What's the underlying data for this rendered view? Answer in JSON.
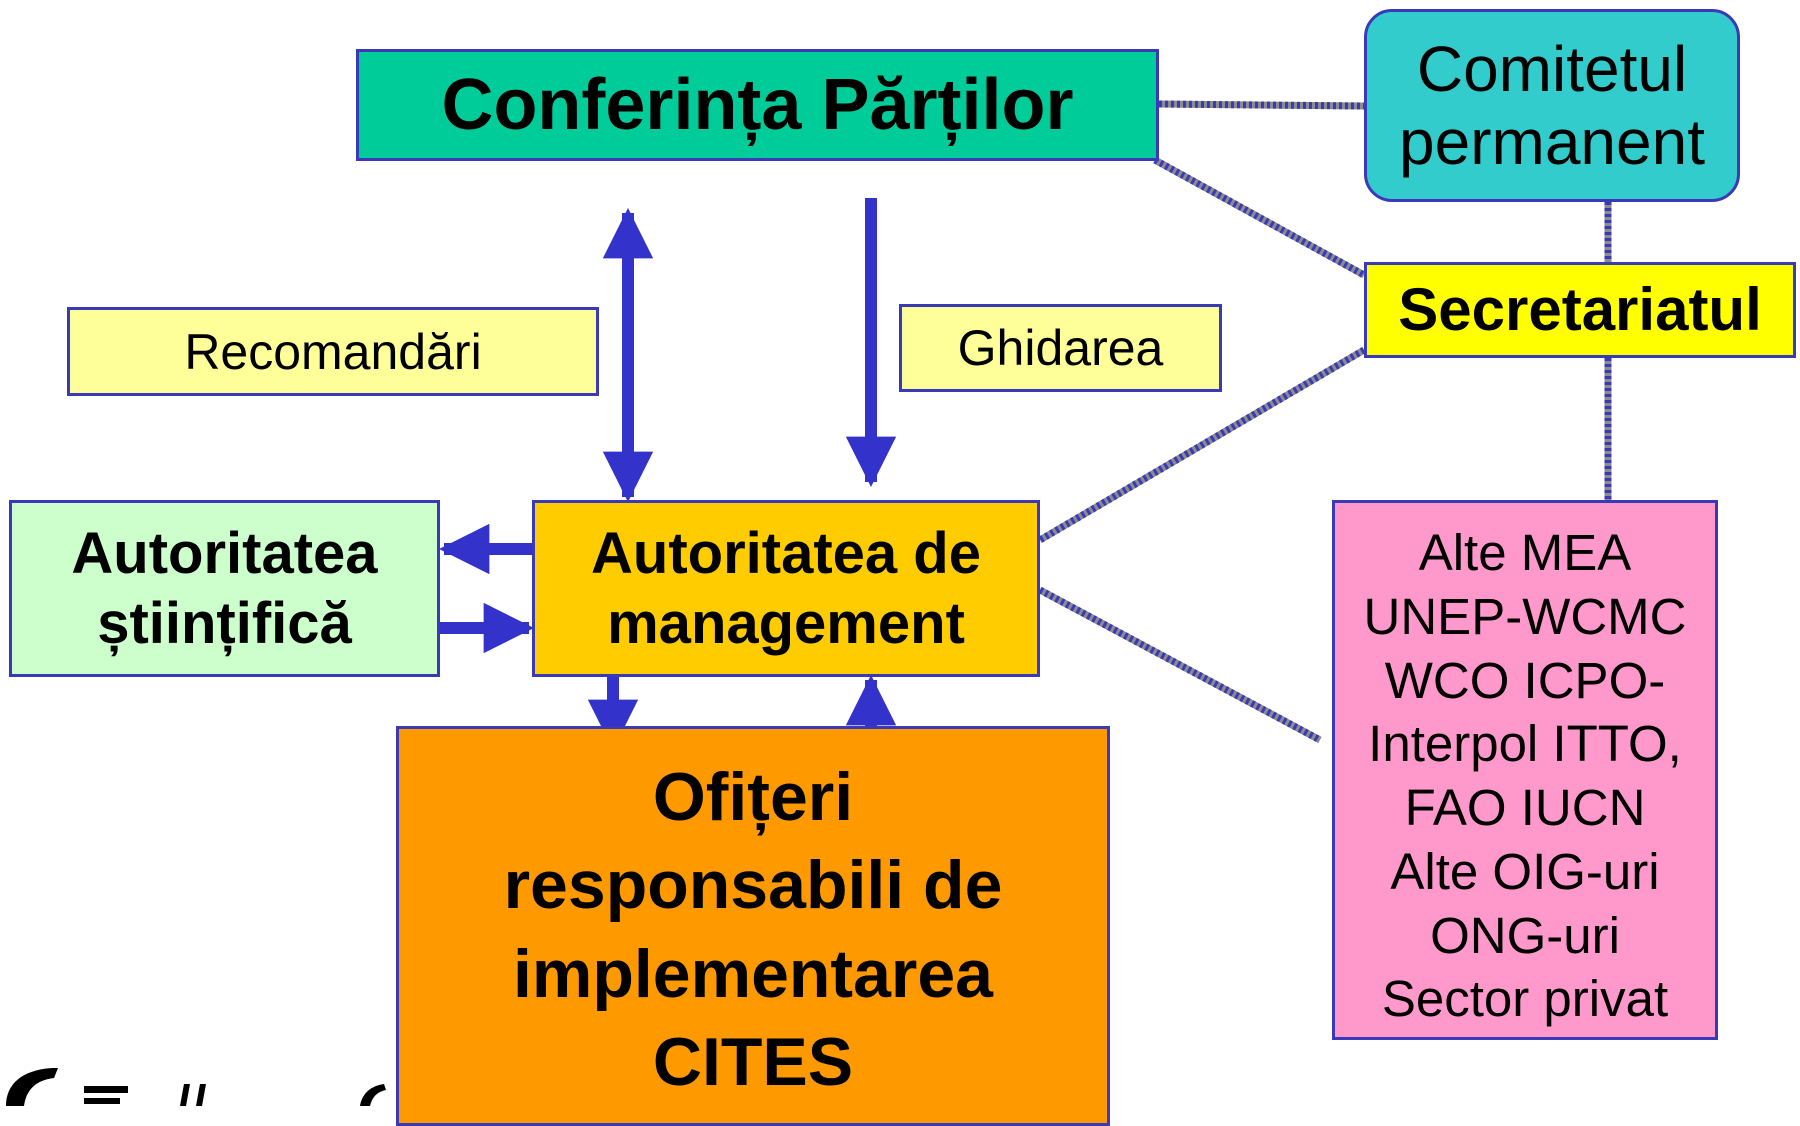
{
  "nodes": {
    "conference": {
      "label": "Conferința Părților"
    },
    "standing_committee": {
      "lines": [
        "Comitetul",
        "permanent"
      ]
    },
    "secretariat": {
      "label": "Secretariatul"
    },
    "recommendations": {
      "label": "Recomandări"
    },
    "guidance": {
      "label": "Ghidarea"
    },
    "scientific_authority": {
      "lines": [
        "Autoritatea",
        "științifică"
      ]
    },
    "management_authority": {
      "lines": [
        "Autoritatea de",
        "management"
      ]
    },
    "implementation_officers": {
      "lines": [
        "Ofițeri",
        "responsabili de",
        "implementarea",
        "CITES"
      ]
    },
    "other_bodies": {
      "lines": [
        "Alte MEA",
        "UNEP-WCMC",
        "WCO ICPO-",
        "Interpol ITTO,",
        "FAO IUCN",
        "Alte OIG-uri",
        "ONG-uri",
        "Sector privat"
      ]
    }
  },
  "edges": [
    {
      "from": "conference",
      "to": "management_authority",
      "style": "double-arrow",
      "via": "recommendations"
    },
    {
      "from": "conference",
      "to": "management_authority",
      "style": "arrow",
      "via": "guidance"
    },
    {
      "from": "management_authority",
      "to": "scientific_authority",
      "style": "arrow"
    },
    {
      "from": "scientific_authority",
      "to": "management_authority",
      "style": "arrow"
    },
    {
      "from": "management_authority",
      "to": "implementation_officers",
      "style": "arrow"
    },
    {
      "from": "implementation_officers",
      "to": "management_authority",
      "style": "arrow"
    },
    {
      "from": "conference",
      "to": "standing_committee",
      "style": "dotted"
    },
    {
      "from": "conference",
      "to": "secretariat",
      "style": "dotted"
    },
    {
      "from": "standing_committee",
      "to": "secretariat",
      "style": "dotted"
    },
    {
      "from": "secretariat",
      "to": "other_bodies",
      "style": "dotted"
    },
    {
      "from": "secretariat",
      "to": "management_authority",
      "style": "dotted"
    },
    {
      "from": "management_authority",
      "to": "other_bodies",
      "style": "dotted"
    }
  ],
  "colors": {
    "border": "#3a3ab8",
    "arrow": "#3333cc",
    "conference": "#00cc99",
    "standing_committee": "#33cccc",
    "secretariat": "#ffff00",
    "label_boxes": "#ffff99",
    "scientific_authority": "#ccffcc",
    "management_authority": "#ffcc00",
    "implementation_officers": "#ff9900",
    "other_bodies": "#ff99cc"
  }
}
